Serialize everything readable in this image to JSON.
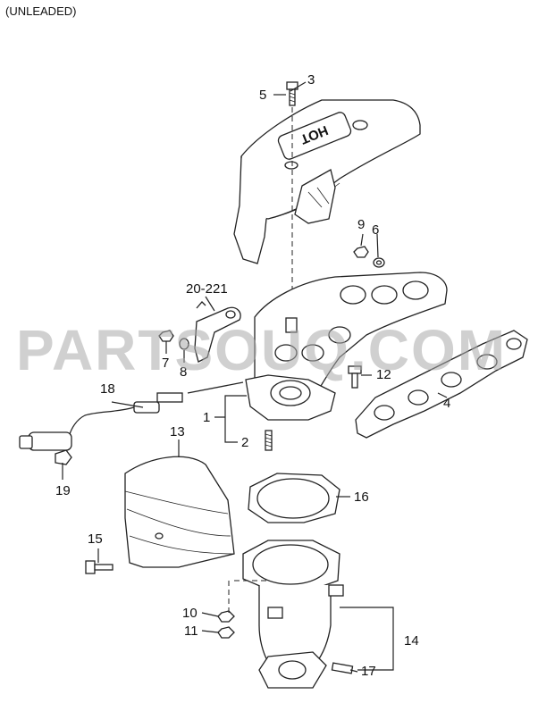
{
  "title": "(UNLEADED)",
  "watermark": "PARTSOUQ.COM",
  "callouts": {
    "c1": "1",
    "c2": "2",
    "c3": "3",
    "c4": "4",
    "c5": "5",
    "c6": "6",
    "c7": "7",
    "c8": "8",
    "c9": "9",
    "c10": "10",
    "c11": "11",
    "c12": "12",
    "c13": "13",
    "c14": "14",
    "c15": "15",
    "c16": "16",
    "c17": "17",
    "c18": "18",
    "c19": "19",
    "c20": "20-221"
  },
  "embossed_text": "HOT"
}
